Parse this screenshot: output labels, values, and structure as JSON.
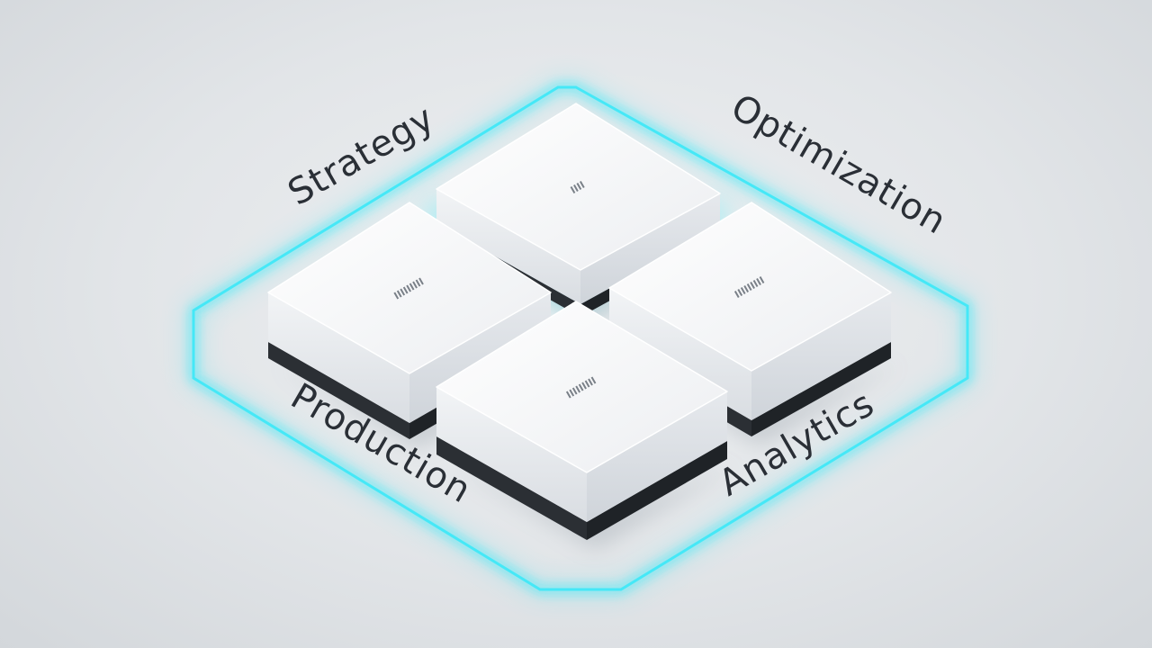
{
  "diagram": {
    "labels": {
      "strategy": "Strategy",
      "optimization": "Optimization",
      "production": "Production",
      "analytics": "Analytics"
    },
    "modules": [
      {
        "id": "top"
      },
      {
        "id": "left"
      },
      {
        "id": "right"
      },
      {
        "id": "bottom"
      }
    ],
    "colors": {
      "glow": "#3ee6f5",
      "tile_top": "#f7f8f9",
      "tile_side": "#e3e6ea",
      "tile_base": "#2b2f34",
      "text": "#2a2f36"
    }
  }
}
